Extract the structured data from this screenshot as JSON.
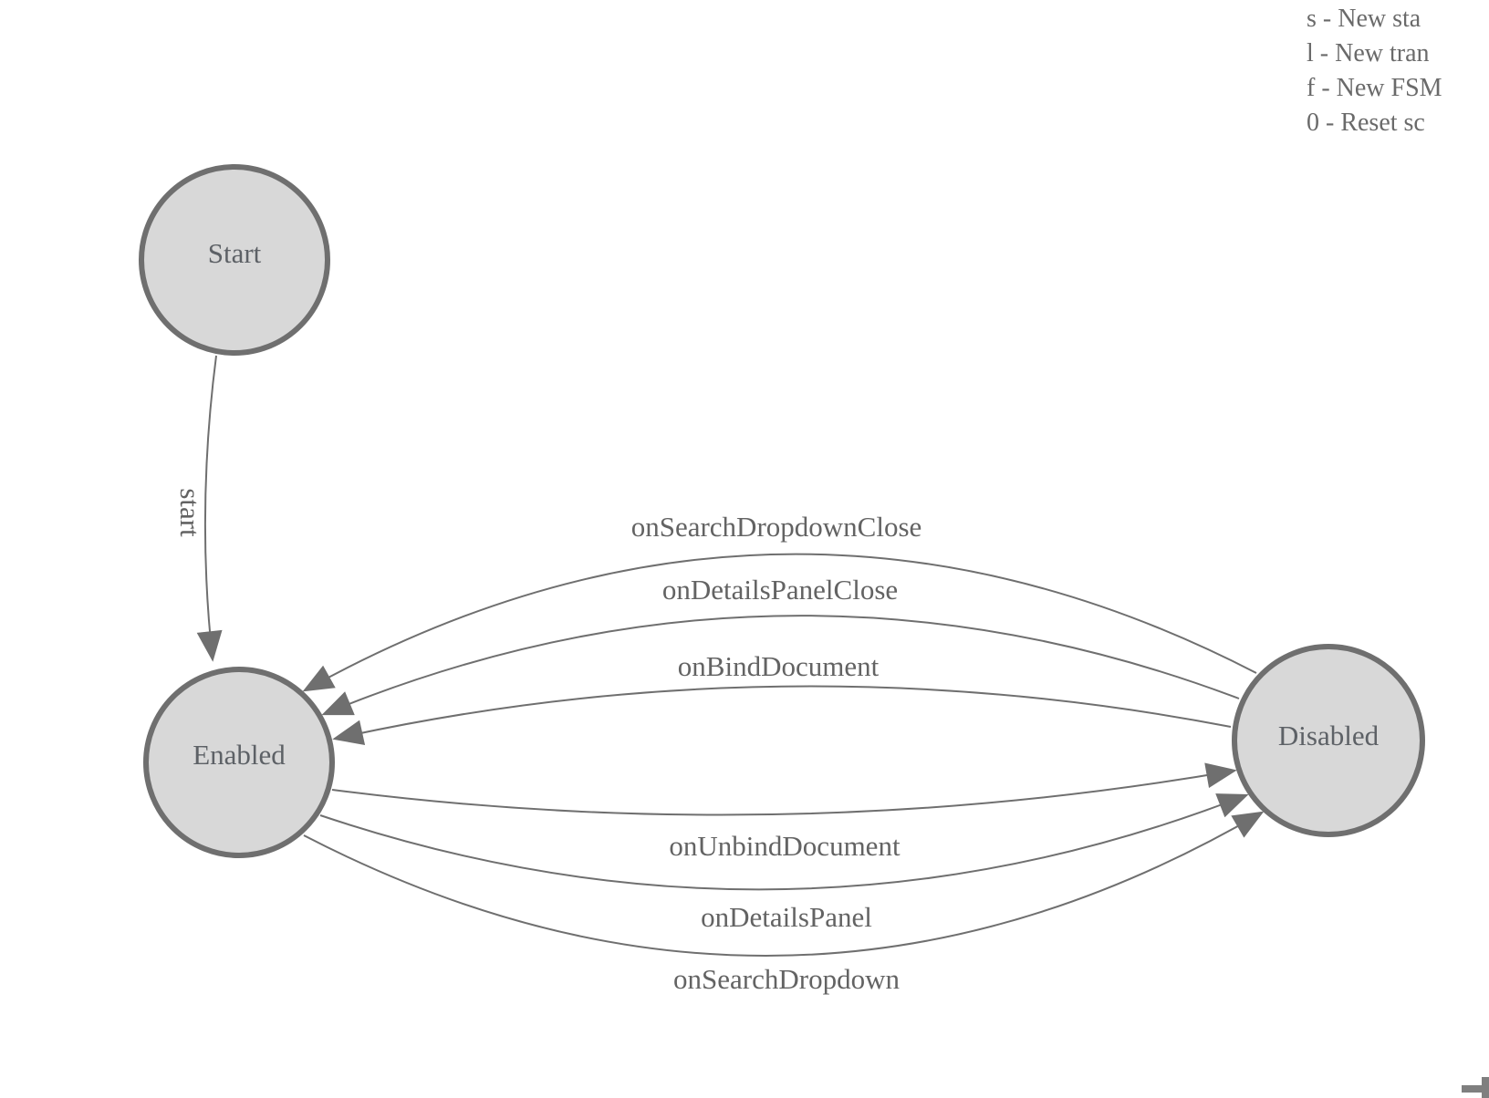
{
  "diagram": {
    "kind": "finite-state-machine",
    "nodes": [
      {
        "id": "start",
        "label": "Start"
      },
      {
        "id": "enabled",
        "label": "Enabled"
      },
      {
        "id": "disabled",
        "label": "Disabled"
      }
    ],
    "edges": [
      {
        "from": "start",
        "to": "enabled",
        "label": "start"
      },
      {
        "from": "disabled",
        "to": "enabled",
        "label": "onSearchDropdownClose"
      },
      {
        "from": "disabled",
        "to": "enabled",
        "label": "onDetailsPanelClose"
      },
      {
        "from": "disabled",
        "to": "enabled",
        "label": "onBindDocument"
      },
      {
        "from": "enabled",
        "to": "disabled",
        "label": "onUnbindDocument"
      },
      {
        "from": "enabled",
        "to": "disabled",
        "label": "onDetailsPanel"
      },
      {
        "from": "enabled",
        "to": "disabled",
        "label": "onSearchDropdown"
      }
    ]
  },
  "hints": {
    "lines": [
      "s - New sta",
      "l - New tran",
      "f - New FSM",
      "0 - Reset sc"
    ]
  },
  "colors": {
    "node_fill": "#d8d8d8",
    "node_stroke": "#6f6f6f",
    "edge_stroke": "#6f6f6f",
    "label_text": "#5d6166",
    "hint_text": "#6a6a6a"
  }
}
